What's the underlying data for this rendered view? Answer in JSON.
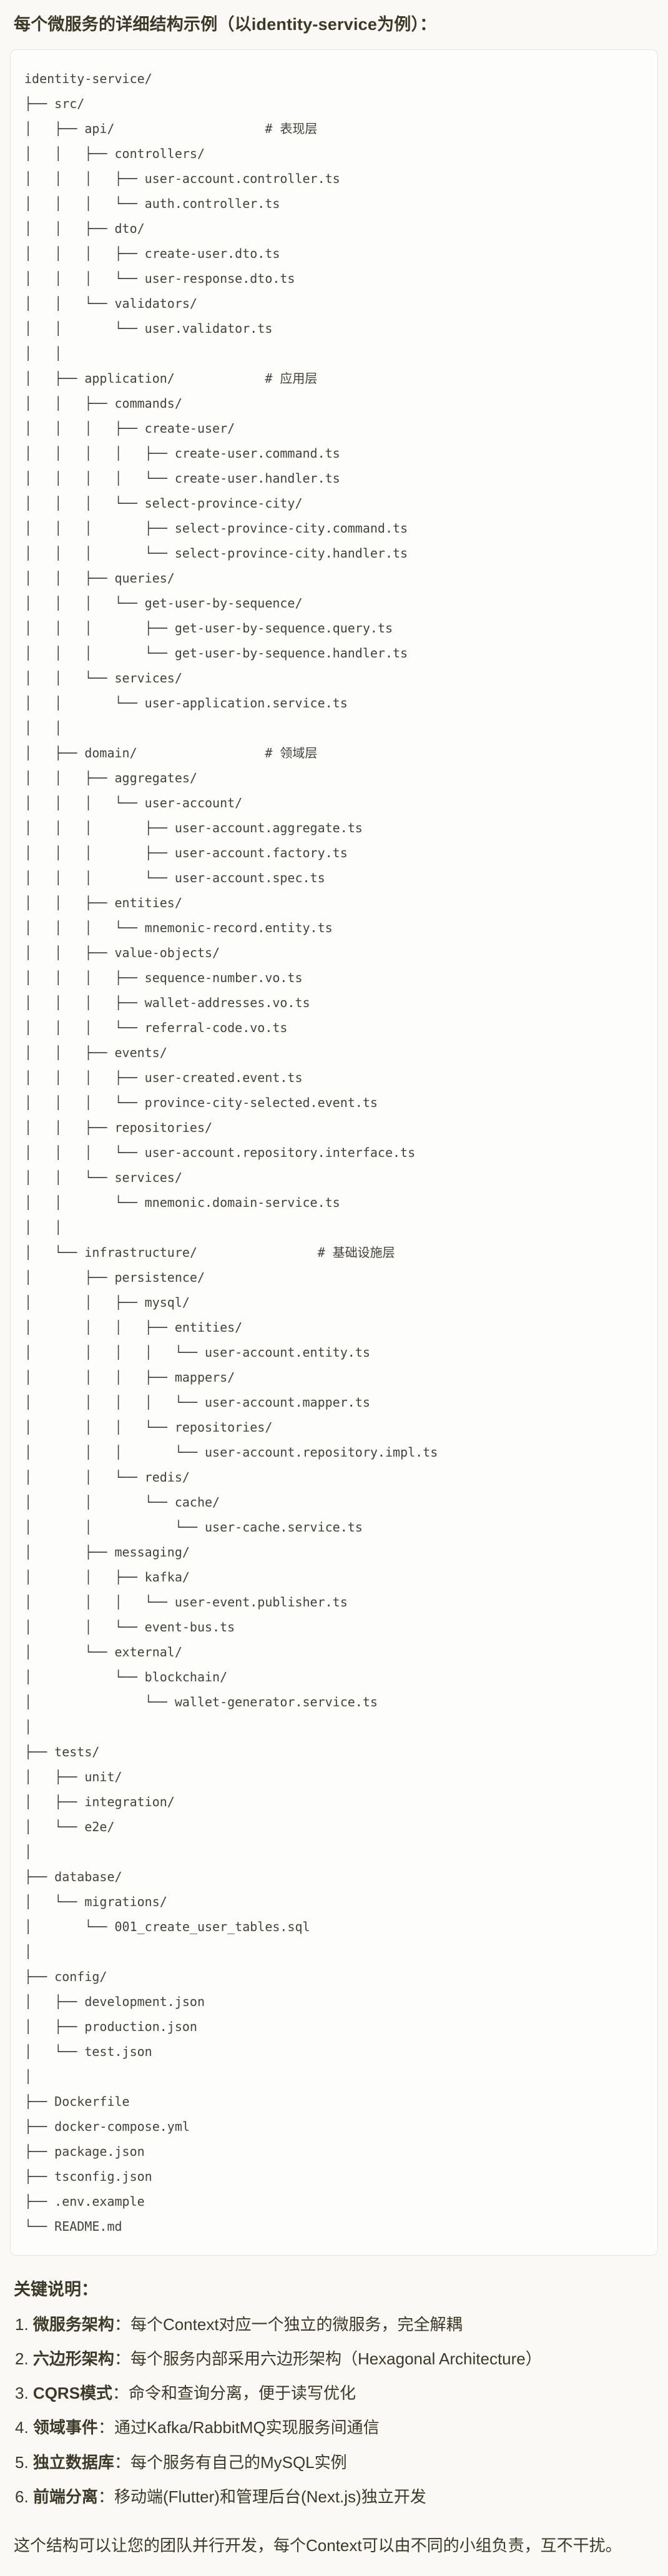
{
  "page": {
    "background": "#FAF9F5",
    "text_color": "#3D3929"
  },
  "title": "每个微服务的详细结构示例（以identity-service为例）：",
  "code_block": {
    "background": "#FDFDFB",
    "border_color": "#E6E4DB",
    "tree_lines": [
      "identity-service/",
      "├── src/",
      "│   ├── api/                    # 表现层",
      "│   │   ├── controllers/",
      "│   │   │   ├── user-account.controller.ts",
      "│   │   │   └── auth.controller.ts",
      "│   │   ├── dto/",
      "│   │   │   ├── create-user.dto.ts",
      "│   │   │   └── user-response.dto.ts",
      "│   │   └── validators/",
      "│   │       └── user.validator.ts",
      "│   │",
      "│   ├── application/            # 应用层",
      "│   │   ├── commands/",
      "│   │   │   ├── create-user/",
      "│   │   │   │   ├── create-user.command.ts",
      "│   │   │   │   └── create-user.handler.ts",
      "│   │   │   └── select-province-city/",
      "│   │   │       ├── select-province-city.command.ts",
      "│   │   │       └── select-province-city.handler.ts",
      "│   │   ├── queries/",
      "│   │   │   └── get-user-by-sequence/",
      "│   │   │       ├── get-user-by-sequence.query.ts",
      "│   │   │       └── get-user-by-sequence.handler.ts",
      "│   │   └── services/",
      "│   │       └── user-application.service.ts",
      "│   │",
      "│   ├── domain/                 # 领域层",
      "│   │   ├── aggregates/",
      "│   │   │   └── user-account/",
      "│   │   │       ├── user-account.aggregate.ts",
      "│   │   │       ├── user-account.factory.ts",
      "│   │   │       └── user-account.spec.ts",
      "│   │   ├── entities/",
      "│   │   │   └── mnemonic-record.entity.ts",
      "│   │   ├── value-objects/",
      "│   │   │   ├── sequence-number.vo.ts",
      "│   │   │   ├── wallet-addresses.vo.ts",
      "│   │   │   └── referral-code.vo.ts",
      "│   │   ├── events/",
      "│   │   │   ├── user-created.event.ts",
      "│   │   │   └── province-city-selected.event.ts",
      "│   │   ├── repositories/",
      "│   │   │   └── user-account.repository.interface.ts",
      "│   │   └── services/",
      "│   │       └── mnemonic.domain-service.ts",
      "│   │",
      "│   └── infrastructure/                # 基础设施层",
      "│       ├── persistence/",
      "│       │   ├── mysql/",
      "│       │   │   ├── entities/",
      "│       │   │   │   └── user-account.entity.ts",
      "│       │   │   ├── mappers/",
      "│       │   │   │   └── user-account.mapper.ts",
      "│       │   │   └── repositories/",
      "│       │   │       └── user-account.repository.impl.ts",
      "│       │   └── redis/",
      "│       │       └── cache/",
      "│       │           └── user-cache.service.ts",
      "│       ├── messaging/",
      "│       │   ├── kafka/",
      "│       │   │   └── user-event.publisher.ts",
      "│       │   └── event-bus.ts",
      "│       └── external/",
      "│           └── blockchain/",
      "│               └── wallet-generator.service.ts",
      "│",
      "├── tests/",
      "│   ├── unit/",
      "│   ├── integration/",
      "│   └── e2e/",
      "│",
      "├── database/",
      "│   └── migrations/",
      "│       └── 001_create_user_tables.sql",
      "│",
      "├── config/",
      "│   ├── development.json",
      "│   ├── production.json",
      "│   └── test.json",
      "│",
      "├── Dockerfile",
      "├── docker-compose.yml",
      "├── package.json",
      "├── tsconfig.json",
      "├── .env.example",
      "└── README.md"
    ]
  },
  "notes": {
    "heading": "关键说明：",
    "colon": "：",
    "items": [
      {
        "label": "1.",
        "term": "微服务架构",
        "desc": "每个Context对应一个独立的微服务，完全解耦"
      },
      {
        "label": "2.",
        "term": "六边形架构",
        "desc": "每个服务内部采用六边形架构（Hexagonal Architecture）"
      },
      {
        "label": "3.",
        "term": "CQRS模式",
        "desc": "命令和查询分离，便于读写优化"
      },
      {
        "label": "4.",
        "term": "领域事件",
        "desc": "通过Kafka/RabbitMQ实现服务间通信"
      },
      {
        "label": "5.",
        "term": "独立数据库",
        "desc": "每个服务有自己的MySQL实例"
      },
      {
        "label": "6.",
        "term": "前端分离",
        "desc": "移动端(Flutter)和管理后台(Next.js)独立开发"
      }
    ]
  },
  "footer": "这个结构可以让您的团队并行开发，每个Context可以由不同的小组负责，互不干扰。"
}
